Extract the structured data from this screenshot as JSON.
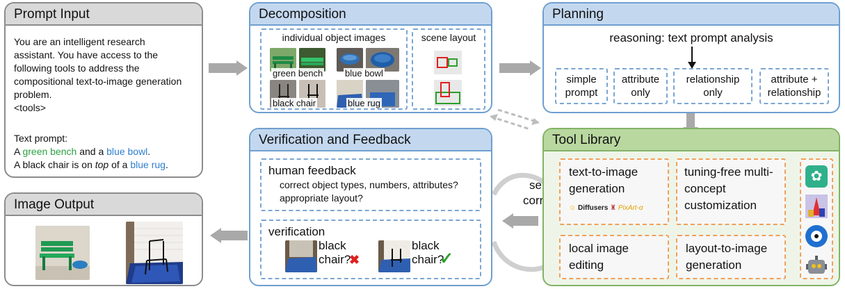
{
  "prompt_input": {
    "title": "Prompt Input",
    "body": "You are an intelligent research assistant. You have access to the following tools to address the compositional text-to-image generation problem.",
    "tools_tag": "<tools>",
    "text_prompt_label": "Text prompt:",
    "line1": {
      "a": "A ",
      "green_bench": "green bench",
      "and": " and a ",
      "blue_bowl": "blue bowl",
      "dot": "."
    },
    "line2": {
      "a": "A ",
      "black_chair": "black chair",
      "is_on": " is on ",
      "top": "top",
      "of_a": " of a ",
      "blue_rug": "blue rug",
      "dot": "."
    }
  },
  "image_output": {
    "title": "Image Output"
  },
  "decomposition": {
    "title": "Decomposition",
    "individual_label": "individual object images",
    "scene_label": "scene layout",
    "objects": [
      "green bench",
      "blue bowl",
      "black chair",
      "blue rug"
    ]
  },
  "planning": {
    "title": "Planning",
    "reasoning": "reasoning: text prompt analysis",
    "options": [
      "simple prompt",
      "attribute only",
      "relationship only",
      "attribute + relationship"
    ]
  },
  "verification": {
    "title": "Verification and Feedback",
    "human_feedback": "human feedback",
    "feedback_q1": "correct object types, numbers, attributes?",
    "feedback_q2": "appropriate layout?",
    "verification_label": "verification",
    "check_text": "black chair?"
  },
  "self_correct": "self-correct",
  "tool_library": {
    "title": "Tool Library",
    "t2i": "text-to-image generation",
    "tuning_free": "tuning-free multi-concept customization",
    "local_edit": "local image editing",
    "layout2img": "layout-to-image generation",
    "logos": {
      "diffusers": "Diffusers",
      "pixart": "PixArt-α"
    }
  },
  "colors": {
    "green_text": "#2ea043",
    "blue_text": "#2f7fd0",
    "cross": "#e02020",
    "check": "#2aa02a"
  }
}
